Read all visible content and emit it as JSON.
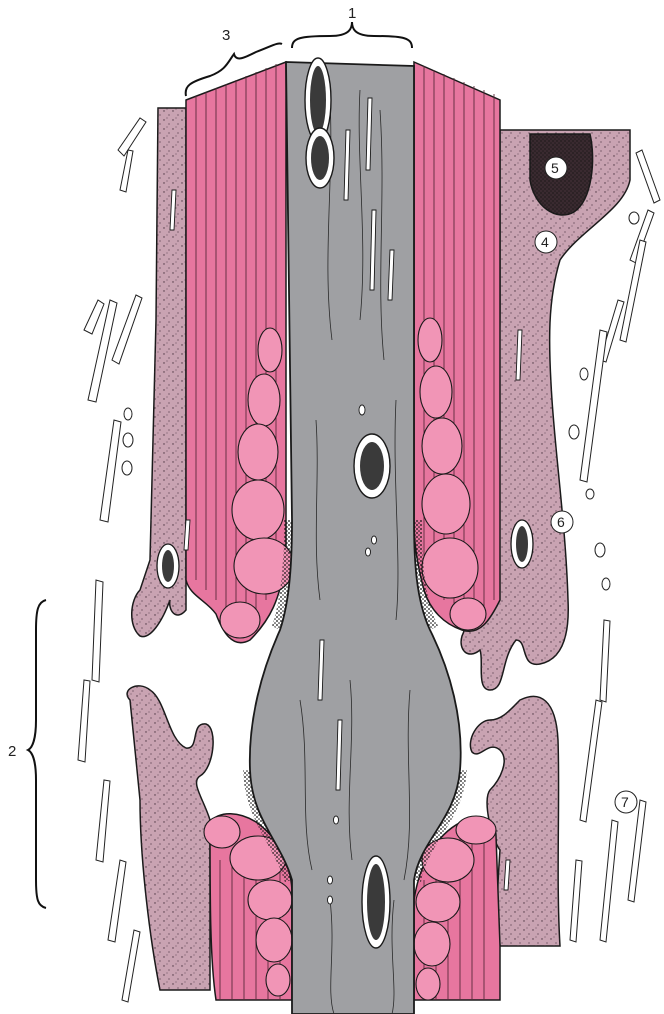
{
  "labels": {
    "axon": "1",
    "node_gap": "2",
    "myelin": "3",
    "schwann_cytoplasm": "4",
    "schwann_nucleus": "5",
    "mitochondrion": "6",
    "collagen": "7"
  },
  "colors": {
    "axon": "#9fa0a3",
    "myelin": "#e7769f",
    "myelin_line": "#5a2a3a",
    "schwann": "#c9a3b2",
    "nucleus": "#3a2a30",
    "outline": "#1a1a1a"
  }
}
